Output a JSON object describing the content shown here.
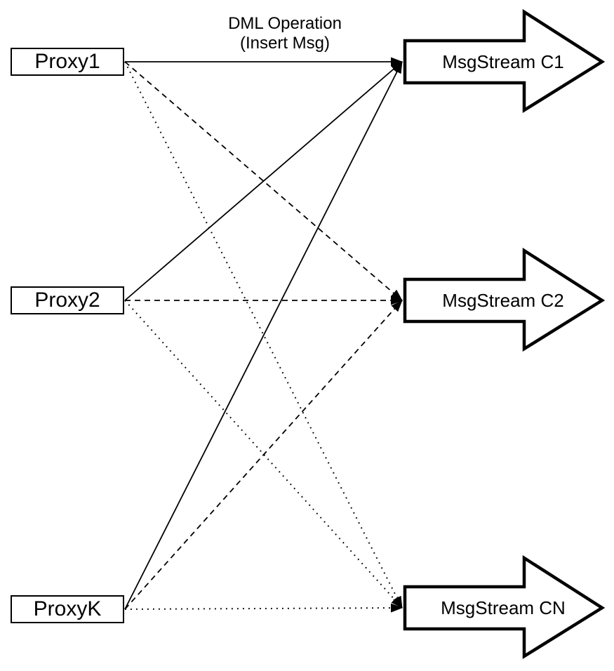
{
  "title": {
    "line1": "DML Operation",
    "line2": "(Insert Msg)"
  },
  "proxies": [
    {
      "id": "proxy1",
      "label": "Proxy1"
    },
    {
      "id": "proxy2",
      "label": "Proxy2"
    },
    {
      "id": "proxyk",
      "label": "ProxyK"
    }
  ],
  "streams": [
    {
      "id": "c1",
      "label": "MsgStream C1"
    },
    {
      "id": "c2",
      "label": "MsgStream C2"
    },
    {
      "id": "cn",
      "label": "MsgStream CN"
    }
  ],
  "edges": [
    {
      "from": "proxy1",
      "to": "c1",
      "style": "solid"
    },
    {
      "from": "proxy1",
      "to": "c2",
      "style": "dashed"
    },
    {
      "from": "proxy1",
      "to": "cn",
      "style": "dotted"
    },
    {
      "from": "proxy2",
      "to": "c1",
      "style": "solid"
    },
    {
      "from": "proxy2",
      "to": "c2",
      "style": "dashed"
    },
    {
      "from": "proxy2",
      "to": "cn",
      "style": "dotted"
    },
    {
      "from": "proxyk",
      "to": "c1",
      "style": "solid"
    },
    {
      "from": "proxyk",
      "to": "c2",
      "style": "dashed"
    },
    {
      "from": "proxyk",
      "to": "cn",
      "style": "dotted"
    }
  ],
  "colors": {
    "line": "#000000",
    "shape_fill": "#ffffff",
    "background": "#ffffff"
  }
}
